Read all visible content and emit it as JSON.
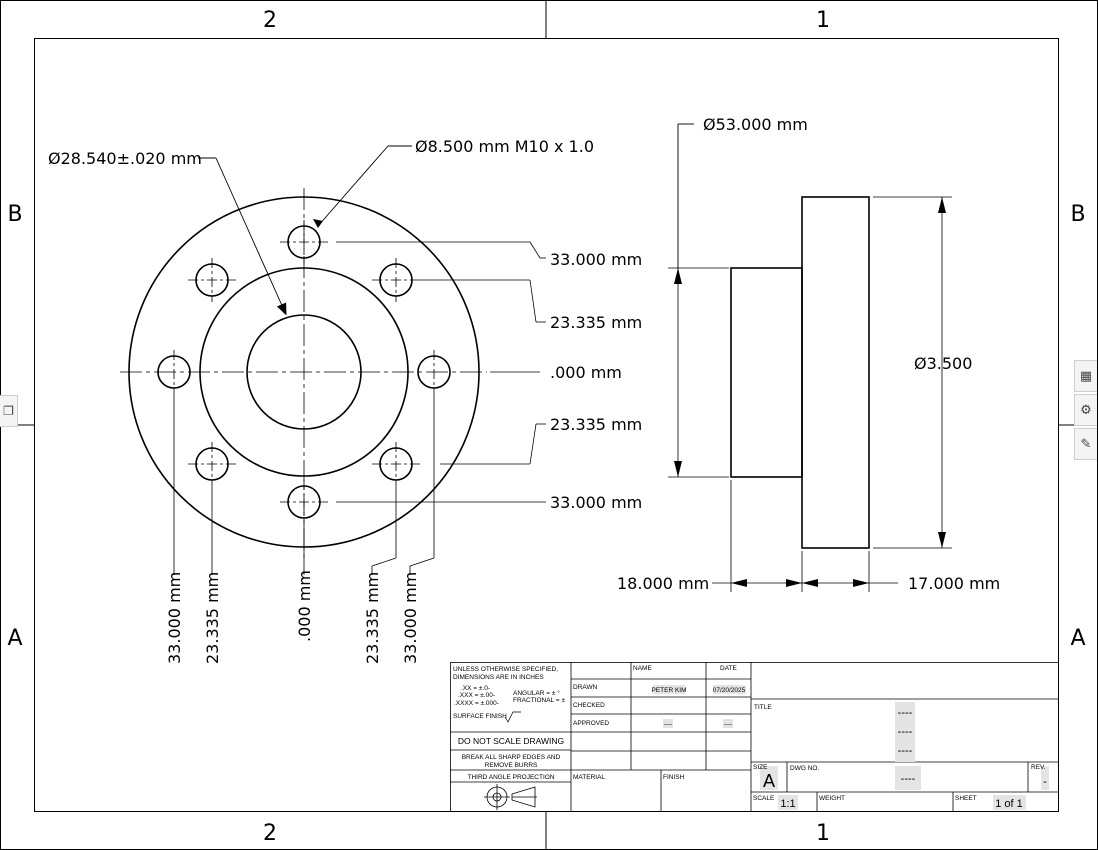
{
  "zones": {
    "top_left": "2",
    "top_right": "1",
    "bottom_left": "2",
    "bottom_right": "1",
    "left_upper": "B",
    "left_lower": "A",
    "right_upper": "B",
    "right_lower": "A"
  },
  "front_view": {
    "bore_callout": "Ø28.540±.020 mm",
    "hole_callout": "Ø8.500 mm M10 x 1.0",
    "vertical_dims": [
      "33.000 mm",
      "23.335 mm",
      ".000 mm",
      "23.335 mm",
      "33.000 mm"
    ],
    "horizontal_dims": [
      "33.000 mm",
      "23.335 mm",
      ".000 mm",
      "23.335 mm",
      "33.000 mm"
    ]
  },
  "side_view": {
    "outer_dia": "Ø53.000 mm",
    "flange_dia": "Ø3.500",
    "hub_length": "18.000 mm",
    "flange_length": "17.000 mm"
  },
  "title_block": {
    "spec_lines": [
      "UNLESS OTHERWISE SPECIFIED,",
      "DIMENSIONS ARE IN INCHES",
      ".XX = ±.0-",
      ".XXX = ±.00-",
      ".XXXX = ±.000-",
      "ANGULAR = ± °",
      "FRACTIONAL = ±",
      "SURFACE FINISH"
    ],
    "do_not_scale": "DO NOT SCALE DRAWING",
    "break_edges_1": "BREAK ALL SHARP EDGES AND",
    "break_edges_2": "REMOVE BURRS",
    "projection": "THIRD ANGLE PROJECTION",
    "col_name": "NAME",
    "col_date": "DATE",
    "row_drawn": "DRAWN",
    "row_checked": "CHECKED",
    "row_approved": "APPROVED",
    "drawn_name": "PETER KIM",
    "drawn_date": "07/20/2025",
    "approved_name": "----",
    "approved_date": "----",
    "material": "MATERIAL",
    "finish": "FINISH",
    "title_label": "TITLE",
    "title_lines": [
      "----",
      "----",
      "----"
    ],
    "size_label": "SIZE",
    "size_value": "A",
    "dwg_label": "DWG NO.",
    "dwg_value": "----",
    "rev_label": "REV.",
    "rev_value": "-",
    "scale_label": "SCALE",
    "scale_value": "1:1",
    "weight_label": "WEIGHT",
    "sheet_label": "SHEET",
    "sheet_value": "1 of 1"
  },
  "tools": {
    "right": [
      "table-icon",
      "gears-icon",
      "wrench-icon"
    ],
    "left": [
      "copy-icon"
    ]
  }
}
